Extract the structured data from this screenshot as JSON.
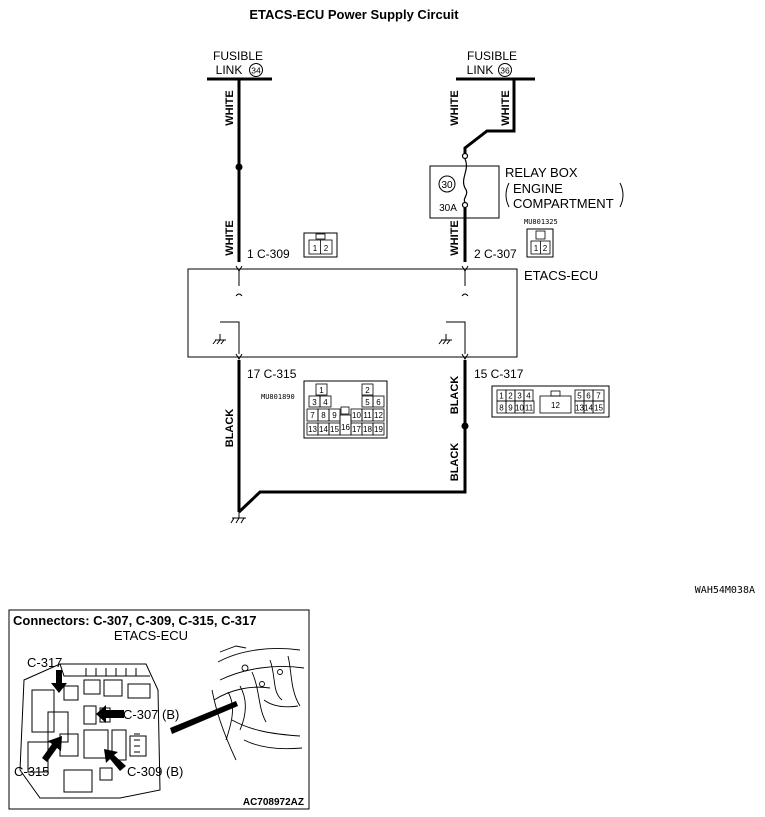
{
  "title": "ETACS-ECU Power Supply Circuit",
  "fusible_link_1": {
    "line1": "FUSIBLE",
    "line2": "LINK",
    "number": "34"
  },
  "fusible_link_2": {
    "line1": "FUSIBLE",
    "line2": "LINK",
    "number": "36"
  },
  "wires": {
    "white": "WHITE",
    "black": "BLACK"
  },
  "relay_box": {
    "title": "RELAY BOX",
    "location_line1": "ENGINE",
    "location_line2": "COMPARTMENT",
    "fuse_number": "30",
    "fuse_rating": "30A"
  },
  "ecu": {
    "label": "ETACS-ECU"
  },
  "connectors": {
    "c309_pin": "1  C-309",
    "c307_pin": "2  C-307",
    "c315_pin": "17  C-315",
    "c317_pin": "15  C-317",
    "c307_part": "MU801325",
    "c315_part": "MU801890",
    "c309_cells": [
      "1",
      "2"
    ],
    "c307_cells": [
      "1",
      "2"
    ],
    "c315_cells": [
      "1",
      "2",
      "3",
      "4",
      "5",
      "6",
      "7",
      "8",
      "9",
      "10",
      "11",
      "12",
      "13",
      "14",
      "15",
      "16",
      "17",
      "18",
      "19"
    ],
    "c317_cells": [
      "1",
      "2",
      "3",
      "4",
      "5",
      "6",
      "7",
      "8",
      "9",
      "10",
      "11",
      "12",
      "13",
      "14",
      "15"
    ]
  },
  "figure_code": "WAH54M038A",
  "location_view": {
    "title": "Connectors: C-307, C-309, C-315, C-317",
    "subtitle": "ETACS-ECU",
    "label_c317": "C-317",
    "label_c307": "C-307 (B)",
    "label_c315": "C-315",
    "label_c309": "C-309 (B)",
    "figure_code": "AC708972AZ"
  }
}
